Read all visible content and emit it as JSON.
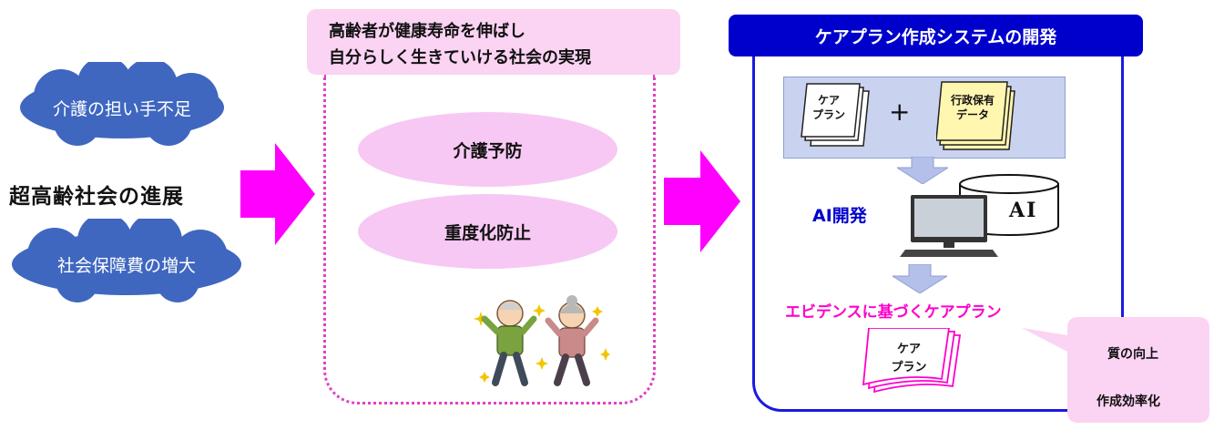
{
  "left": {
    "cloud_top": "介護の担い手不足",
    "title": "超高齢社会の進展",
    "cloud_bottom": "社会保障費の増大"
  },
  "middle": {
    "goal_line1": "高齢者が健康寿命を伸ばし",
    "goal_line2": "自分らしく生きていける社会の実現",
    "ellipse1": "介護予防",
    "ellipse2": "重度化防止"
  },
  "right": {
    "header": "ケアプラン作成システムの開発",
    "doc1_line1": "ケア",
    "doc1_line2": "プラン",
    "plus": "+",
    "doc2_line1": "行政保有",
    "doc2_line2": "データ",
    "ai_label": "AI開発",
    "ai_logo": "AI",
    "evidence": "エビデンスに基づくケアプラン",
    "doc3_line1": "ケア",
    "doc3_line2": "プラン",
    "callout_line1": "質の向上",
    "callout_line2": "作成効率化"
  },
  "colors": {
    "cloud": "#3f67c0",
    "arrow": "#ff00ff",
    "pink_fill": "#fbd3f3",
    "ellipse_fill": "#f7c8f3",
    "blue": "#0000cc",
    "evidence_text": "#ff00cc",
    "data_panel": "#c9d3ef",
    "down_arrow": "#b4c0ea"
  }
}
